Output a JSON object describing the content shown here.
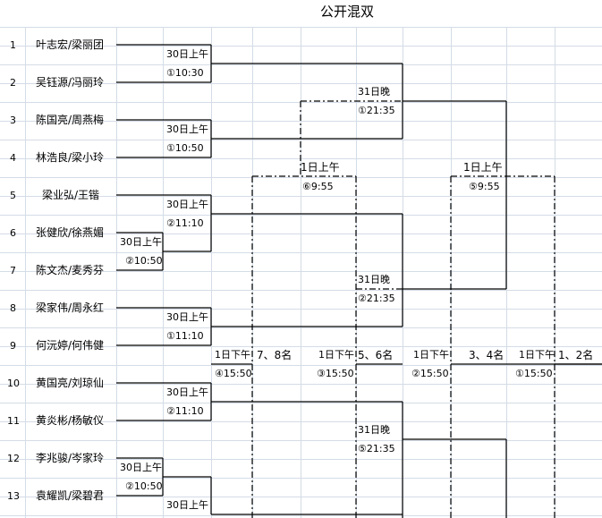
{
  "title": "公开混双",
  "rows": [
    {
      "num": "1",
      "pair": "叶志宏/梁丽团"
    },
    {
      "num": "2",
      "pair": "吴钰源/冯丽玲"
    },
    {
      "num": "3",
      "pair": "陈国亮/周燕梅"
    },
    {
      "num": "4",
      "pair": "林浩良/梁小玲"
    },
    {
      "num": "5",
      "pair": "梁业弘/王锴"
    },
    {
      "num": "6",
      "pair": "张健欣/徐燕媚"
    },
    {
      "num": "7",
      "pair": "陈文杰/麦秀芬"
    },
    {
      "num": "8",
      "pair": "梁家伟/周永红"
    },
    {
      "num": "9",
      "pair": "何沅婷/何伟健"
    },
    {
      "num": "10",
      "pair": "黄国亮/刘琼仙"
    },
    {
      "num": "11",
      "pair": "黄炎彬/杨敏仪"
    },
    {
      "num": "12",
      "pair": "李兆骏/岑家玲"
    },
    {
      "num": "13",
      "pair": "袁耀凯/梁碧君"
    }
  ],
  "matches": {
    "r1_1": {
      "day": "30日上午",
      "time": "①10:30"
    },
    "r1_2": {
      "day": "30日上午",
      "time": "①10:50"
    },
    "r1_3": {
      "day": "30日上午",
      "time": "②11:10"
    },
    "r1_4": {
      "day": "30日上午",
      "time": "②10:50"
    },
    "r1_5": {
      "day": "30日上午",
      "time": "①11:10"
    },
    "r1_6": {
      "day": "30日上午",
      "time": "②11:10"
    },
    "r1_7": {
      "day": "30日上午",
      "time": "②10:50"
    },
    "r1_8": {
      "day": "30日上午"
    },
    "r2_1": {
      "day": "31日晚",
      "time": "①21:35"
    },
    "r2_2": {
      "day": "31日晚",
      "time": "②21:35"
    },
    "r2_3": {
      "day": "31日晚",
      "time": "⑤21:35"
    },
    "cross_l": {
      "day": "1日上午",
      "time": "⑥9:55"
    },
    "cross_r": {
      "day": "1日上午",
      "time": "⑤9:55"
    }
  },
  "placements": [
    {
      "day": "1日下午",
      "time": "④15:50",
      "label": "7、8名"
    },
    {
      "day": "1日下午",
      "time": "③15:50",
      "label": "5、6名"
    },
    {
      "day": "1日下午",
      "time": "②15:50",
      "label": "3、4名"
    },
    {
      "day": "1日下午",
      "time": "①15:50",
      "label": "1、2名"
    }
  ],
  "colors": {
    "grid": "#d4dce6",
    "line": "#000000"
  }
}
